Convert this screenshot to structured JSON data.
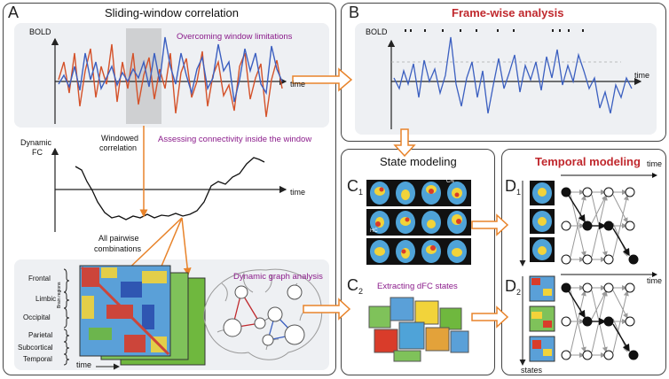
{
  "panel_a": {
    "letter": "A",
    "title": "Sliding-window correlation",
    "bold_label": "BOLD",
    "time_label": "time",
    "overcoming_note": "Overcoming window limitations",
    "dynamic_label": "Dynamic",
    "fc_label": "FC",
    "windowed_label_1": "Windowed",
    "windowed_label_2": "correlation",
    "assessing_note": "Assessing connectivity inside the window",
    "time_label_2": "time",
    "pairwise_1": "All pairwise",
    "pairwise_2": "combinations",
    "dynamic_graph_note": "Dynamic graph analysis",
    "regions": [
      "Frontal",
      "Limbic",
      "Occipital",
      "Parietal",
      "Subcortical",
      "Temporal"
    ],
    "brain_regions_axis": "Brain regions",
    "matrix_time_label": "time"
  },
  "panel_b": {
    "letter": "B",
    "title": "Frame-wise analysis",
    "bold_label": "BOLD",
    "time_label": "time"
  },
  "panel_c": {
    "title": "State modeling",
    "c1_letter": "C",
    "c1_sub": "1",
    "c2_letter": "C",
    "c2_sub": "2",
    "cn_label": "CN",
    "hc_label": "HC",
    "extracting_note": "Extracting dFC states"
  },
  "panel_d": {
    "title": "Temporal modeling",
    "d1_letter": "D",
    "d1_sub": "1",
    "d2_letter": "D",
    "d2_sub": "2",
    "time_label_1": "time",
    "time_label_2": "time",
    "states_label": "states"
  },
  "colors": {
    "red_title": "#c0282d",
    "purple_note": "#8b1c8b",
    "blue_signal": "#3b5fc0",
    "red_signal": "#d4522a",
    "arrow_orange": "#e8832a"
  }
}
